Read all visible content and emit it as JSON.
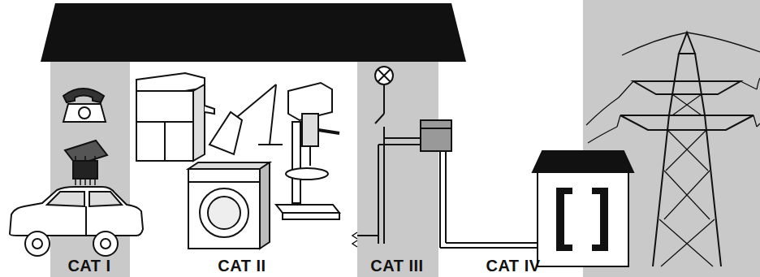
{
  "diagram": {
    "labels": [
      "CAT I",
      "CAT II",
      "CAT III",
      "CAT IV"
    ]
  }
}
